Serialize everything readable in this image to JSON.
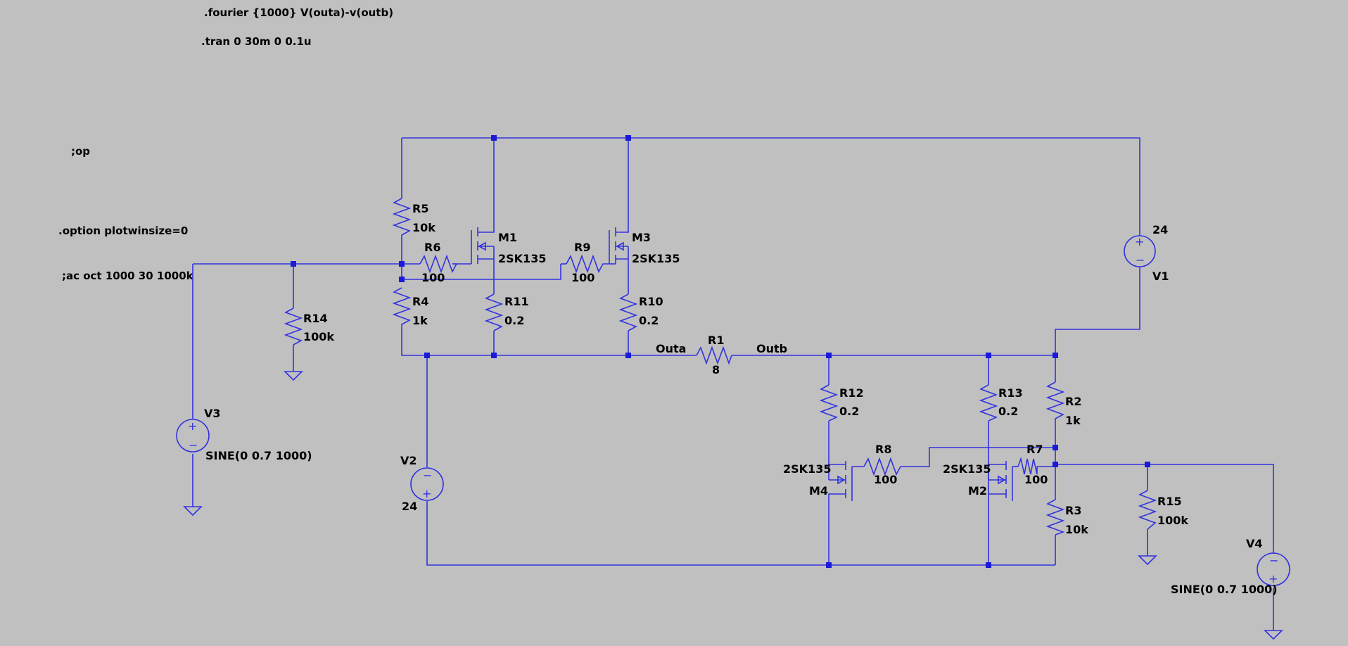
{
  "directives": {
    "fourier": ".fourier {1000} V(outa)-v(outb)",
    "tran": ".tran 0 30m 0 0.1u",
    "op": ";op",
    "option": ".option plotwinsize=0",
    "ac": ";ac oct 1000 30 1000k"
  },
  "nets": {
    "outa": "Outa",
    "outb": "Outb"
  },
  "components": {
    "R1": {
      "name": "R1",
      "value": "8"
    },
    "R2": {
      "name": "R2",
      "value": "1k"
    },
    "R3": {
      "name": "R3",
      "value": "10k"
    },
    "R4": {
      "name": "R4",
      "value": "1k"
    },
    "R5": {
      "name": "R5",
      "value": "10k"
    },
    "R6": {
      "name": "R6",
      "value": "100"
    },
    "R7": {
      "name": "R7",
      "value": "100"
    },
    "R8": {
      "name": "R8",
      "value": "100"
    },
    "R9": {
      "name": "R9",
      "value": "100"
    },
    "R10": {
      "name": "R10",
      "value": "0.2"
    },
    "R11": {
      "name": "R11",
      "value": "0.2"
    },
    "R12": {
      "name": "R12",
      "value": "0.2"
    },
    "R13": {
      "name": "R13",
      "value": "0.2"
    },
    "R14": {
      "name": "R14",
      "value": "100k"
    },
    "R15": {
      "name": "R15",
      "value": "100k"
    },
    "M1": {
      "name": "M1",
      "model": "2SK135"
    },
    "M2": {
      "name": "M2",
      "model": "2SK135"
    },
    "M3": {
      "name": "M3",
      "model": "2SK135"
    },
    "M4": {
      "name": "M4",
      "model": "2SK135"
    },
    "V1": {
      "name": "V1",
      "value": "24"
    },
    "V2": {
      "name": "V2",
      "value": "24"
    },
    "V3": {
      "name": "V3",
      "value": "SINE(0 0.7 1000)"
    },
    "V4": {
      "name": "V4",
      "value": "SINE(0 0.7 1000)"
    }
  },
  "symbols": {
    "plus": "+",
    "minus": "−"
  },
  "colors": {
    "background": "#c0c0c0",
    "wire": "#3232e0",
    "junction": "#1a1ad8",
    "text": "#000000"
  }
}
